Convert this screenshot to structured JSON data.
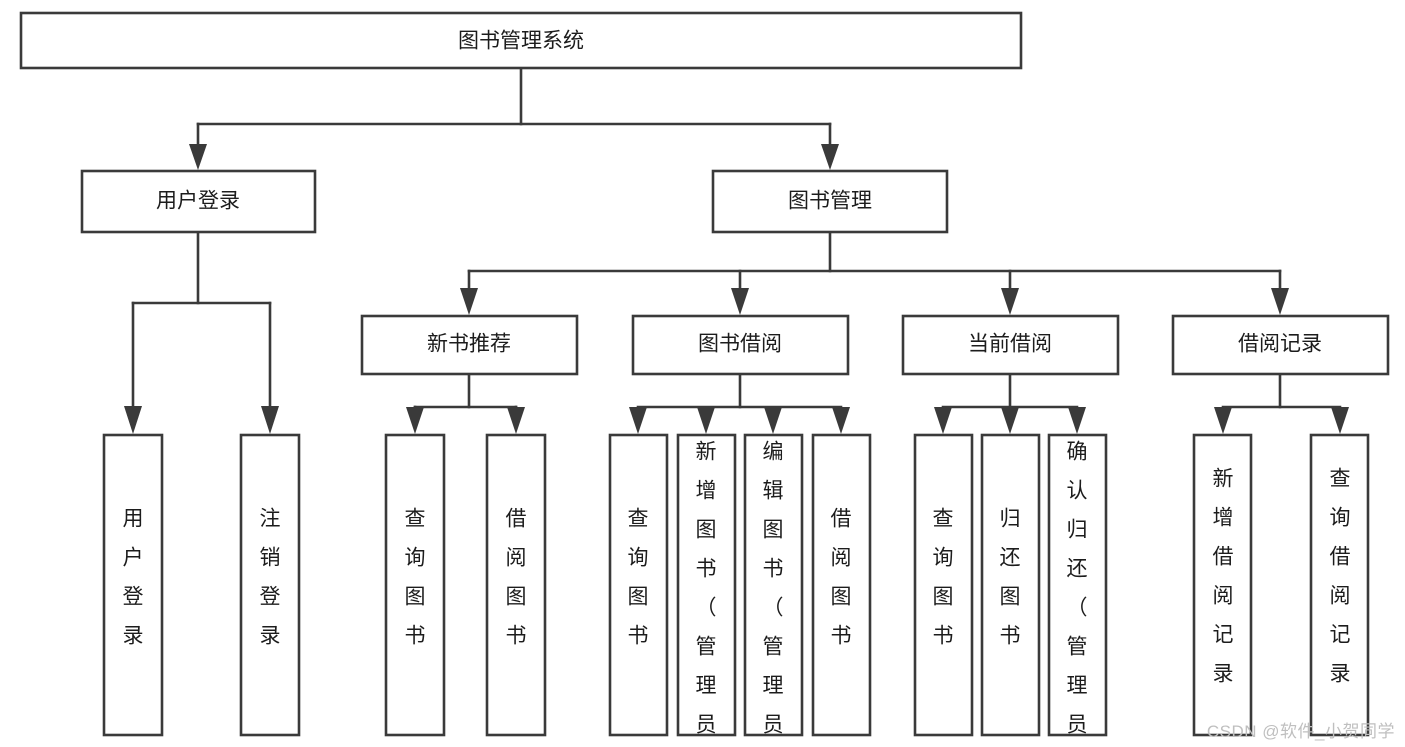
{
  "diagram": {
    "type": "tree-hierarchy",
    "title": "图书管理系统",
    "orientation": "top-down",
    "colors": {
      "box_stroke": "#3a3a3a",
      "box_fill": "#ffffff",
      "text": "#1c1c1c",
      "connector": "#3a3a3a",
      "watermark": "#bfbfbf",
      "background": "#ffffff"
    },
    "root": {
      "id": "root",
      "label": "图书管理系统"
    },
    "level2": [
      {
        "id": "user-login",
        "label": "用户登录"
      },
      {
        "id": "book-manage",
        "label": "图书管理"
      }
    ],
    "level3": [
      {
        "id": "new-book-recommend",
        "label": "新书推荐",
        "parent": "book-manage"
      },
      {
        "id": "book-borrow",
        "label": "图书借阅",
        "parent": "book-manage"
      },
      {
        "id": "current-borrow",
        "label": "当前借阅",
        "parent": "book-manage"
      },
      {
        "id": "borrow-record",
        "label": "借阅记录",
        "parent": "book-manage"
      }
    ],
    "leaves": {
      "user-login": [
        {
          "id": "leaf-user-login",
          "label": "用户登录"
        },
        {
          "id": "leaf-user-logout",
          "label": "注销登录"
        }
      ],
      "new-book-recommend": [
        {
          "id": "leaf-query-book-1",
          "label": "查询图书"
        },
        {
          "id": "leaf-borrow-book-1",
          "label": "借阅图书"
        }
      ],
      "book-borrow": [
        {
          "id": "leaf-query-book-2",
          "label": "查询图书"
        },
        {
          "id": "leaf-add-book",
          "label": "新增图书（管理员）"
        },
        {
          "id": "leaf-edit-book",
          "label": "编辑图书（管理员）"
        },
        {
          "id": "leaf-borrow-book-2",
          "label": "借阅图书"
        }
      ],
      "current-borrow": [
        {
          "id": "leaf-query-book-3",
          "label": "查询图书"
        },
        {
          "id": "leaf-return-book",
          "label": "归还图书"
        },
        {
          "id": "leaf-confirm-return",
          "label": "确认归还（管理员）"
        }
      ],
      "borrow-record": [
        {
          "id": "leaf-add-record",
          "label": "新增借阅记录"
        },
        {
          "id": "leaf-query-record",
          "label": "查询借阅记录"
        }
      ]
    }
  },
  "watermark": {
    "text": "CSDN @软件_小贺同学"
  }
}
